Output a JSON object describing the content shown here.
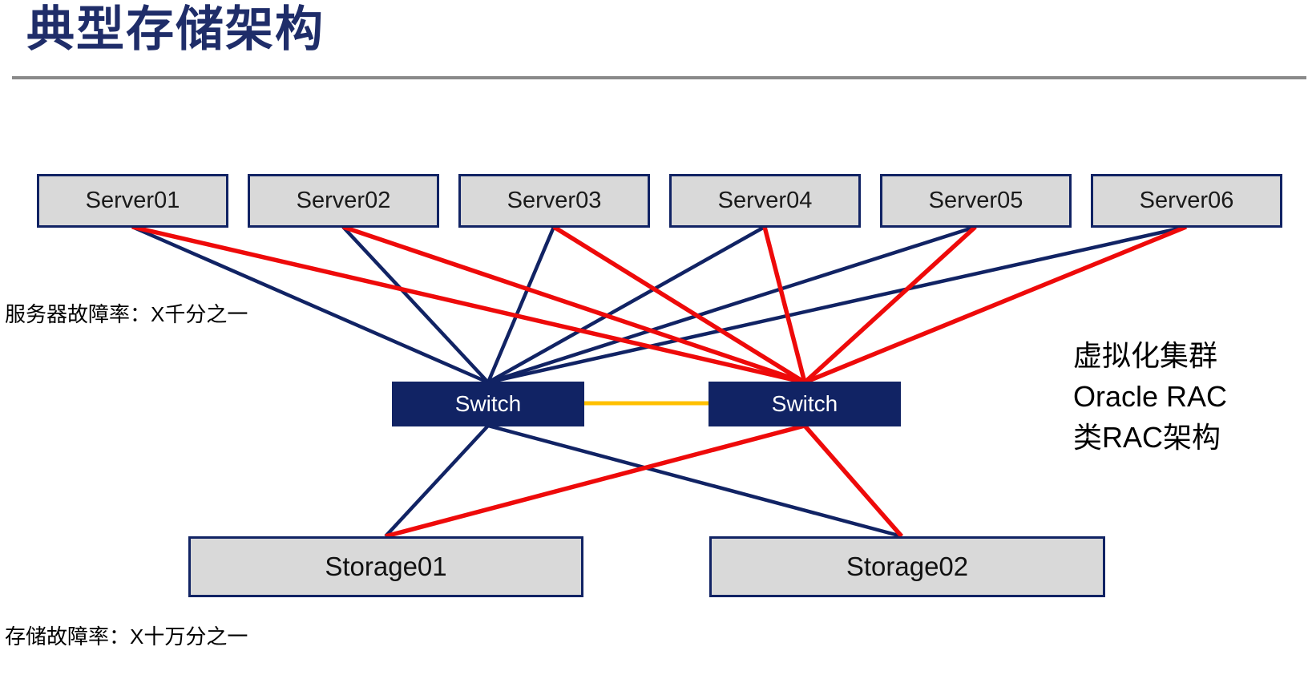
{
  "slide": {
    "title": "典型存储架构"
  },
  "diagram": {
    "servers": [
      "Server01",
      "Server02",
      "Server03",
      "Server04",
      "Server05",
      "Server06"
    ],
    "switches": [
      "Switch",
      "Switch"
    ],
    "storages": [
      "Storage01",
      "Storage02"
    ],
    "server_failure_note": "服务器故障率：X千分之一",
    "storage_failure_note": "存储故障率：X十万分之一",
    "cluster_note": [
      "虚拟化集群",
      "Oracle RAC",
      "类RAC架构"
    ],
    "links": [
      {
        "from": "server1",
        "to": "switch1",
        "color": "navy"
      },
      {
        "from": "server2",
        "to": "switch1",
        "color": "navy"
      },
      {
        "from": "server3",
        "to": "switch1",
        "color": "navy"
      },
      {
        "from": "server4",
        "to": "switch1",
        "color": "navy"
      },
      {
        "from": "server5",
        "to": "switch1",
        "color": "navy"
      },
      {
        "from": "server6",
        "to": "switch1",
        "color": "navy"
      },
      {
        "from": "switch1",
        "to": "storage1",
        "color": "navy"
      },
      {
        "from": "switch1",
        "to": "storage2",
        "color": "navy"
      },
      {
        "from": "server1",
        "to": "switch2",
        "color": "red"
      },
      {
        "from": "server2",
        "to": "switch2",
        "color": "red"
      },
      {
        "from": "server3",
        "to": "switch2",
        "color": "red"
      },
      {
        "from": "server4",
        "to": "switch2",
        "color": "red"
      },
      {
        "from": "server5",
        "to": "switch2",
        "color": "red"
      },
      {
        "from": "server6",
        "to": "switch2",
        "color": "red"
      },
      {
        "from": "switch2",
        "to": "storage1",
        "color": "red"
      },
      {
        "from": "switch2",
        "to": "storage2",
        "color": "red"
      },
      {
        "from": "switch1",
        "to": "switch2",
        "color": "yellow"
      }
    ]
  },
  "colors": {
    "navy": "#112364",
    "title_navy": "#1F2D69",
    "red": "#EE0A0A",
    "yellow": "#FFC000",
    "node_gray": "#D9D9D9",
    "divider_gray": "#8A8A8A"
  }
}
